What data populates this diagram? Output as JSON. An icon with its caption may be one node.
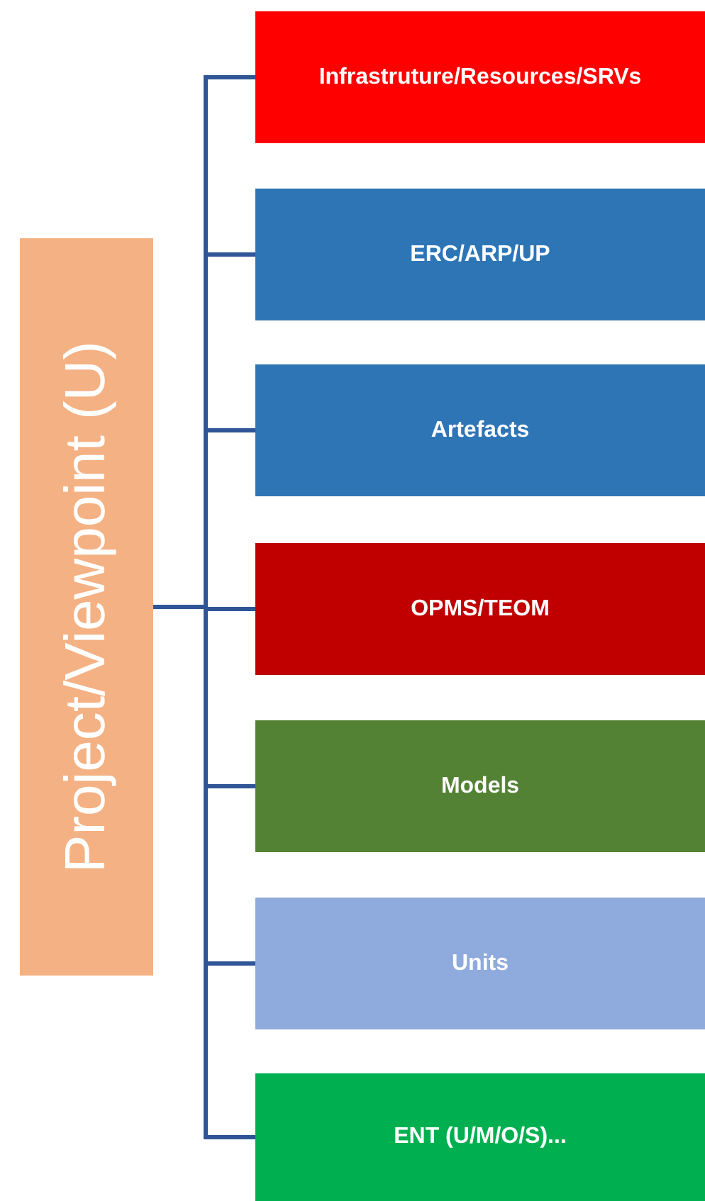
{
  "diagram": {
    "nodes": [
      {
        "text": [
          "Project/Viewpoint (U)"
        ]
      },
      {
        "text": [
          "Infrastruture/Resources/SRVs"
        ]
      },
      {
        "text": [
          "ERC/ARP/UP"
        ]
      },
      {
        "text": [
          "Artefacts"
        ]
      },
      {
        "text": [
          "OPMS/TEOM"
        ]
      },
      {
        "text": [
          "Models"
        ]
      },
      {
        "text": [
          "Units"
        ]
      },
      {
        "text": [
          "ENT (U/M/O/S)..."
        ]
      }
    ],
    "edges": [
      {
        "from": 0,
        "to": 1,
        "arrow": "none"
      },
      {
        "from": 0,
        "to": 2,
        "arrow": "none"
      },
      {
        "from": 0,
        "to": 3,
        "arrow": "none"
      },
      {
        "from": 0,
        "to": 4,
        "arrow": "none"
      },
      {
        "from": 0,
        "to": 5,
        "arrow": "none"
      },
      {
        "from": 0,
        "to": 6,
        "arrow": "none"
      },
      {
        "from": 0,
        "to": 7,
        "arrow": "none"
      }
    ]
  }
}
